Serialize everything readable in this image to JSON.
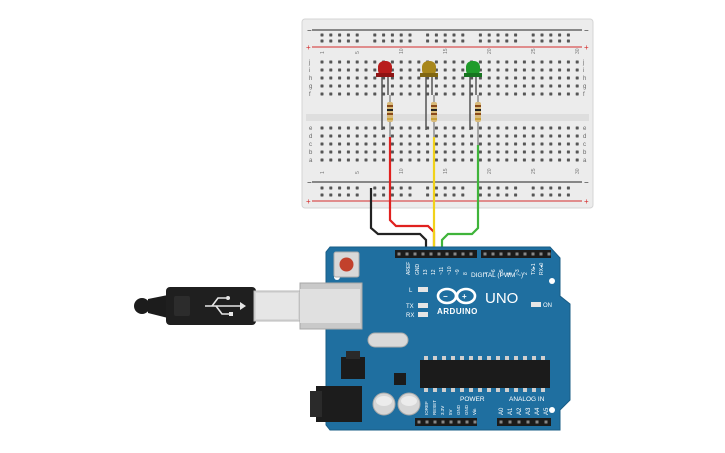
{
  "board": {
    "brand": "ARDUINO",
    "model": "UNO",
    "digital_label": "DIGITAL (PWM ~)",
    "power_label": "POWER",
    "analog_label": "ANALOG IN",
    "on_label": "ON",
    "l_label": "L",
    "tx_label": "TX",
    "rx_label": "RX",
    "aref_label": "AREF",
    "gnd_label": "GND",
    "pin13": "13",
    "pin12": "12",
    "pin11": "~11",
    "pin10": "~10",
    "pin9": "~9",
    "pin8": "8",
    "pin7": "7",
    "pin6": "~6",
    "pin5": "~5",
    "pin4": "4",
    "pin3": "~3",
    "pin2": "2",
    "pin1": "TX▸1",
    "pin0": "RX◂0",
    "ioref": "IOREF",
    "reset": "RESET",
    "v33": "3.3V",
    "v5": "5V",
    "gnd1": "GND",
    "gnd2": "GND",
    "vin": "Vin",
    "a0": "A0",
    "a1": "A1",
    "a2": "A2",
    "a3": "A3",
    "a4": "A4",
    "a5": "A5"
  },
  "breadboard": {
    "row_letters_top": [
      "j",
      "i",
      "h",
      "g",
      "f"
    ],
    "row_letters_bottom": [
      "e",
      "d",
      "c",
      "b",
      "a"
    ],
    "column_numbers": [
      "1",
      "5",
      "10",
      "15",
      "20",
      "25",
      "30"
    ]
  },
  "leds": [
    {
      "color_name": "red",
      "color": "#b81c1c"
    },
    {
      "color_name": "yellow",
      "color": "#a8871c"
    },
    {
      "color_name": "green",
      "color": "#1f9b2a"
    }
  ],
  "wires": {
    "red": "#e0211f",
    "yellow": "#f1d21a",
    "green": "#3fb43a",
    "black": "#222222"
  }
}
